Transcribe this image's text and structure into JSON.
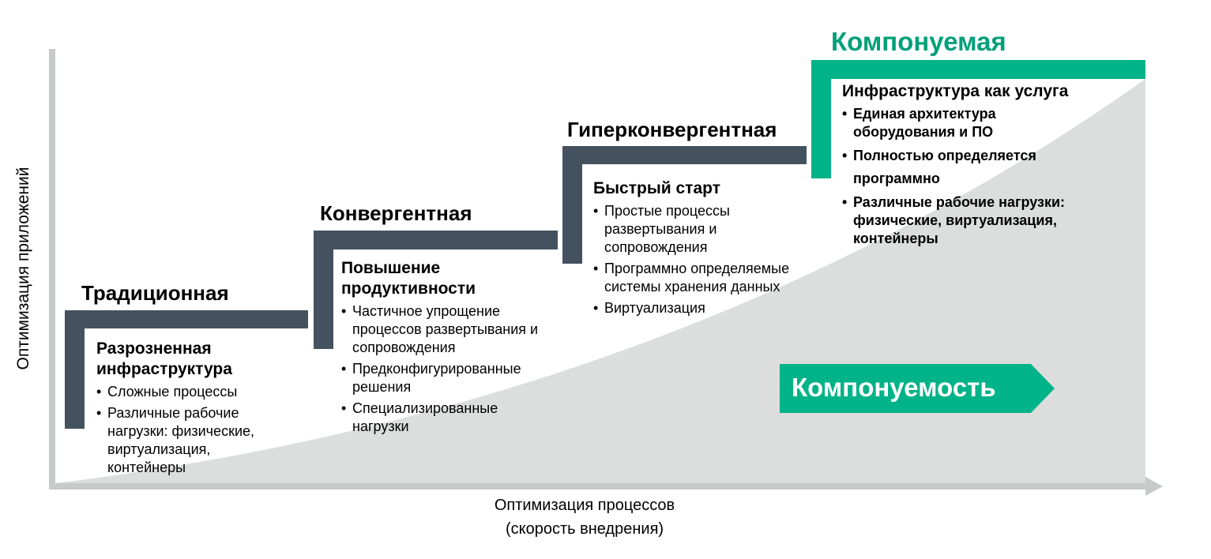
{
  "axes": {
    "y_label": "Оптимизация приложений",
    "x_label_line1": "Оптимизация процессов",
    "x_label_line2": "(скорость внедрения)"
  },
  "stages": [
    {
      "title": "Традиционная",
      "subtitle": "Разрозненная инфраструктура",
      "bullets": [
        "Сложные процессы",
        "Различные рабочие нагрузки: физические, виртуализация, контейнеры"
      ]
    },
    {
      "title": "Конвергентная",
      "subtitle": "Повышение продуктивности",
      "bullets": [
        "Частичное упрощение процессов развертывания и сопровождения",
        "Предконфигурированные решения",
        "Специализированные нагрузки"
      ]
    },
    {
      "title": "Гиперконвергентная",
      "subtitle": "Быстрый старт",
      "bullets": [
        "Простые процессы развертывания и сопровождения",
        "Программно определяемые системы хранения данных",
        "Виртуализация"
      ]
    },
    {
      "title": "Компонуемая",
      "subtitle": "Инфраструктура как услуга",
      "bullets": [
        "Единая архитектура оборудования и ПО",
        "Полностью определяется программно",
        "Различные рабочие нагрузки: физические, виртуализация, контейнеры"
      ]
    }
  ],
  "arrow_label": "Компонуемость",
  "colors": {
    "dark": "#44525f",
    "green": "#00b388",
    "gray": "#dcdddd",
    "axis": "#c8c9c9"
  }
}
